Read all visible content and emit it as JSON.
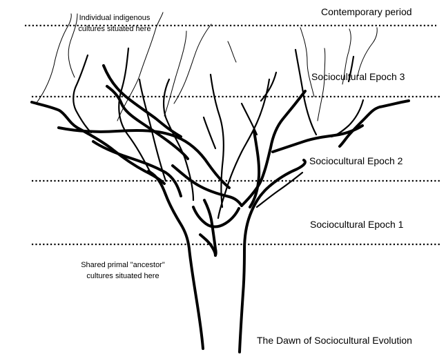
{
  "labels": {
    "contemporary": "Contemporary period",
    "epoch3": "Sociocultural Epoch 3",
    "epoch2": "Sociocultural Epoch 2",
    "epoch1": "Sociocultural Epoch 1",
    "dawn": "The Dawn of Sociocultural Evolution"
  },
  "notes": {
    "indigenous_line1": "Individual indigenous",
    "indigenous_line2": "cultures situated here",
    "ancestor_line1": "Shared primal \"ancestor\"",
    "ancestor_line2": "cultures situated here"
  },
  "colors": {
    "ink": "#000000",
    "background": "#ffffff"
  }
}
